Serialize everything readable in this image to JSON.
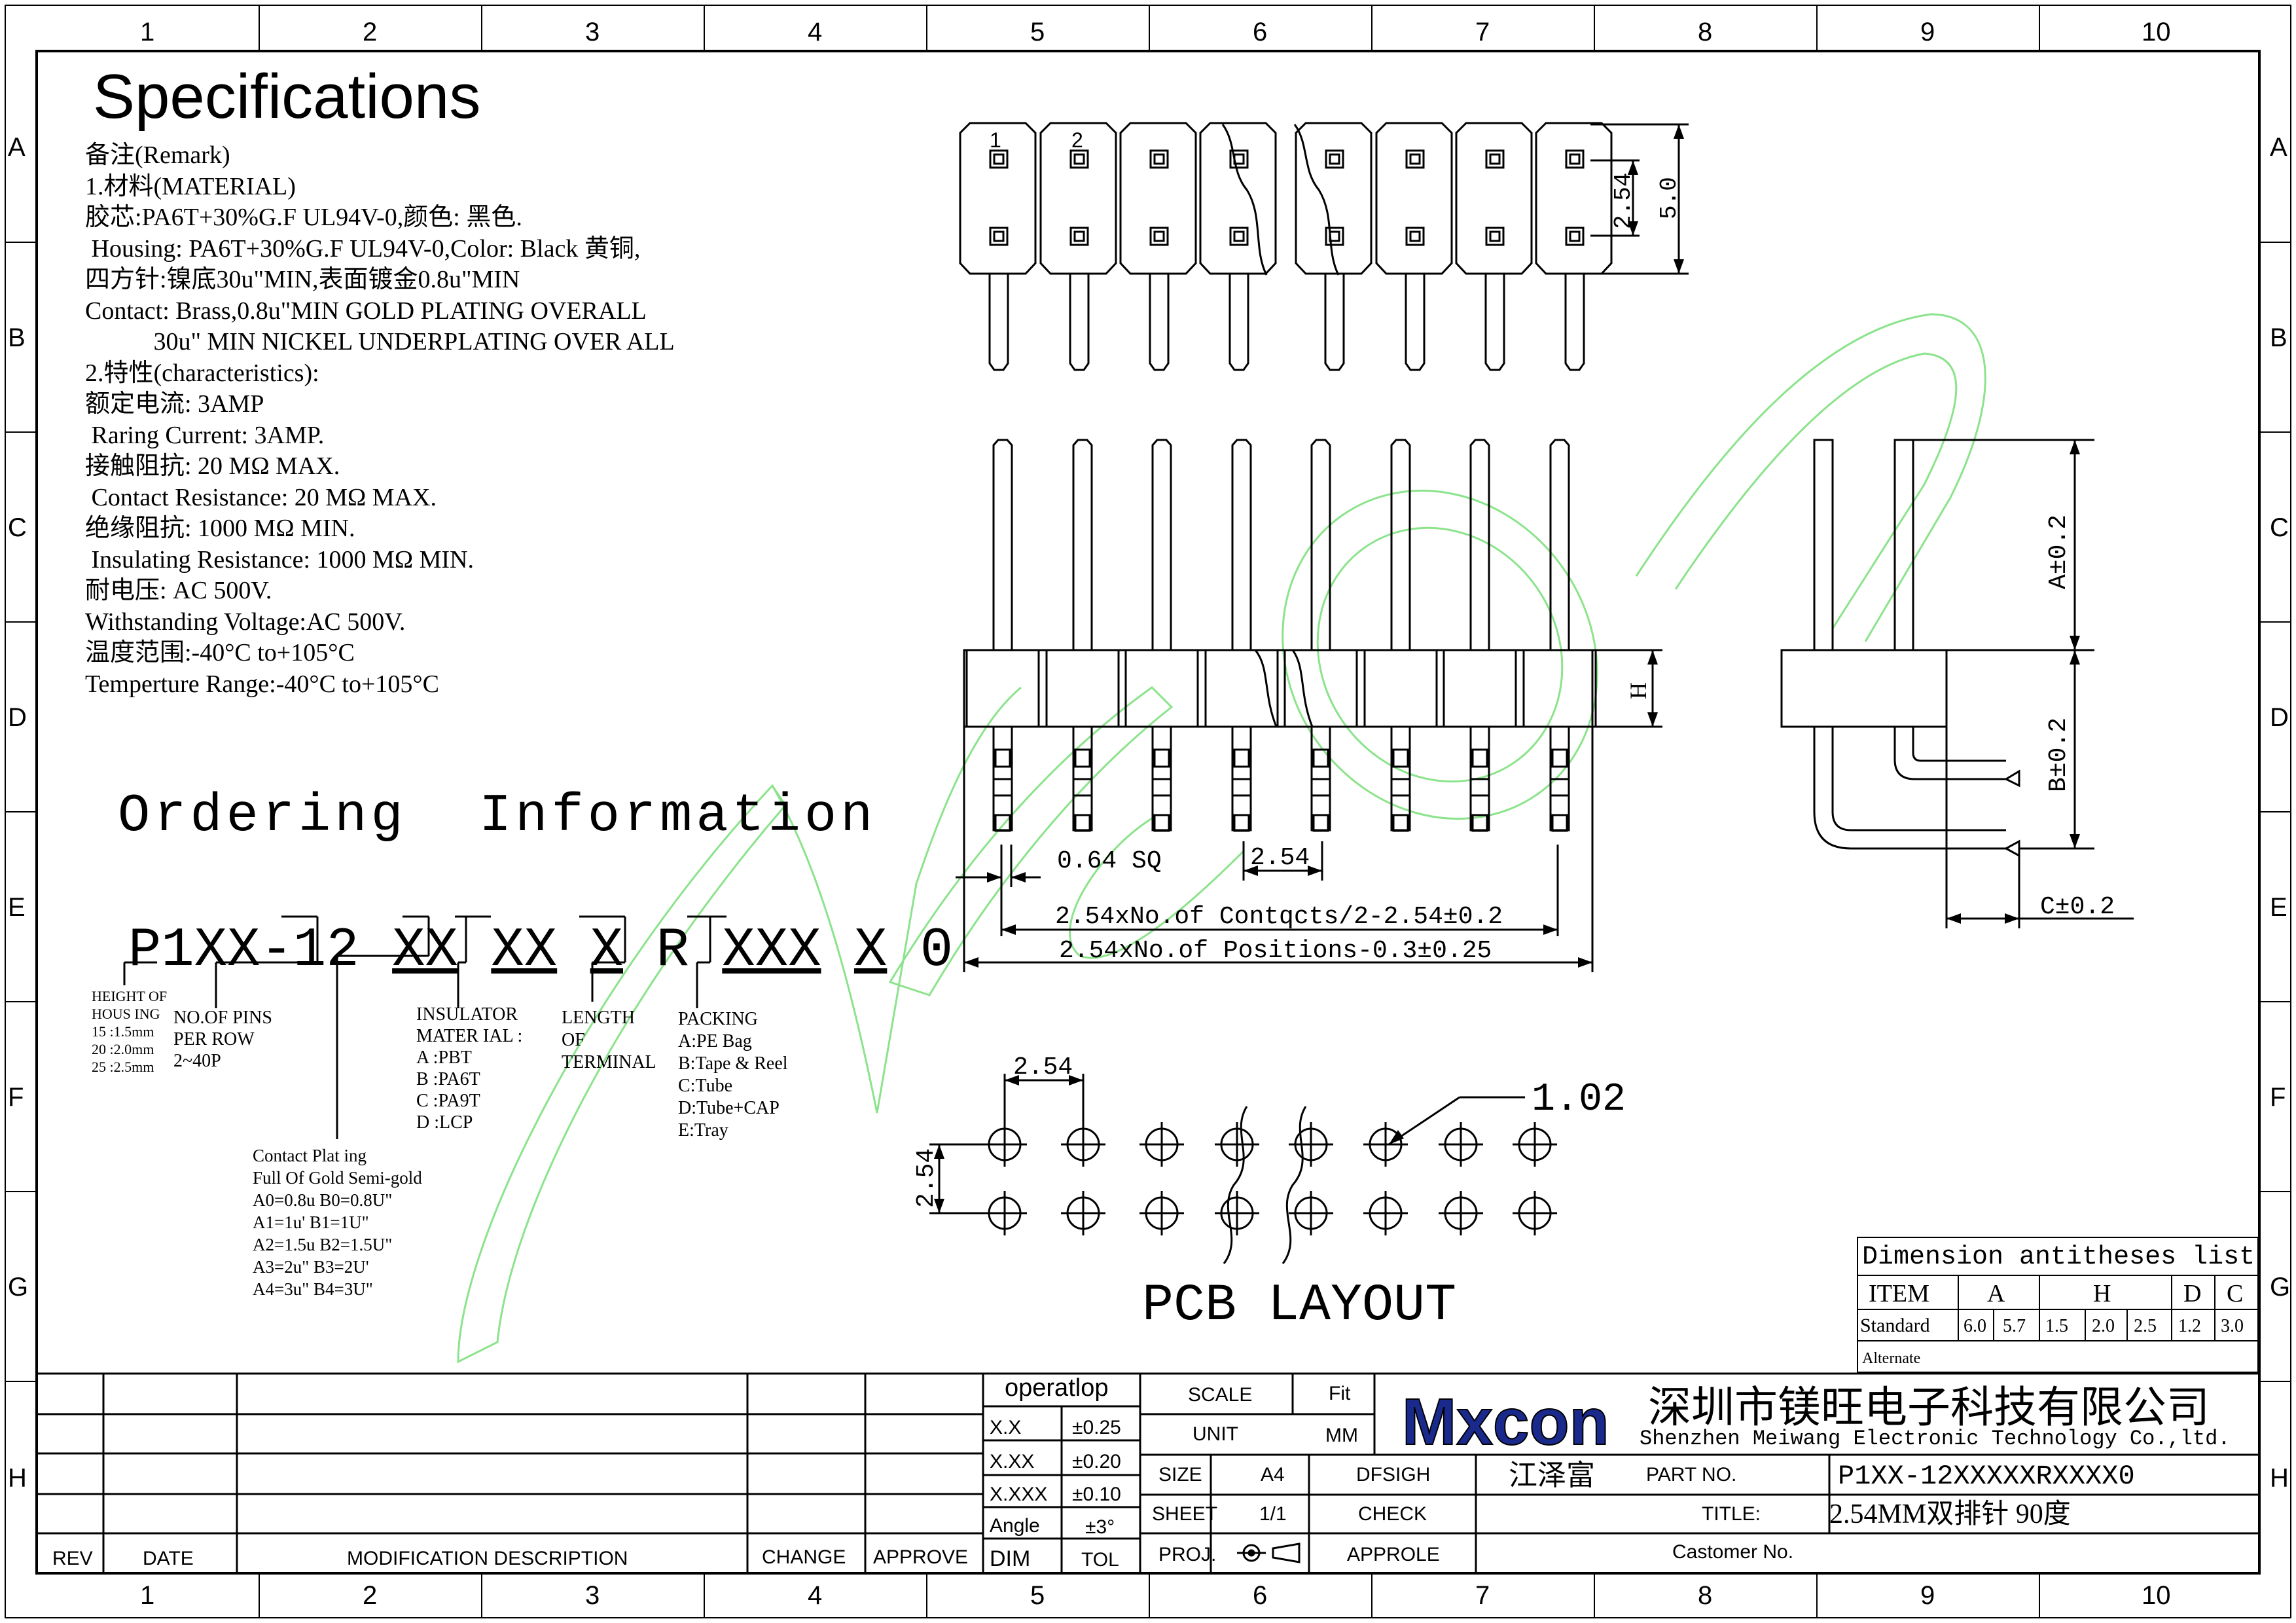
{
  "border": {
    "columns": [
      "1",
      "2",
      "3",
      "4",
      "5",
      "6",
      "7",
      "8",
      "9",
      "10"
    ],
    "rows": [
      "A",
      "B",
      "C",
      "D",
      "E",
      "F",
      "G",
      "H"
    ]
  },
  "specifications": {
    "title": "Specifications",
    "lines": [
      "备注(Remark)",
      "1.材料(MATERIAL)",
      "胶芯:PA6T+30%G.F UL94V-0,颜色: 黑色.",
      " Housing: PA6T+30%G.F UL94V-0,Color: Black 黄铜,",
      "四方针:镍底30u\"MIN,表面镀金0.8u\"MIN",
      "Contact: Brass,0.8u\"MIN GOLD PLATING OVERALL",
      "           30u\" MIN NICKEL UNDERPLATING OVER ALL",
      "2.特性(characteristics):",
      "额定电流: 3AMP",
      " Raring Current: 3AMP.",
      "接触阻抗: 20 MΩ MAX.",
      " Contact Resistance: 20 MΩ MAX.",
      "绝缘阻抗: 1000 MΩ MIN.",
      " Insulating Resistance: 1000 MΩ MIN.",
      "耐电压: AC 500V.",
      "Withstanding Voltage:AC 500V.",
      "温度范围:-40°C to+105°C",
      "Temperture Range:-40°C to+105°C"
    ]
  },
  "ordering": {
    "title": "Ordering  Information",
    "code": "P1XX-12 XX XX X R XXX X 0",
    "height_label": [
      "HEIGHT OF",
      "HOUS ING",
      "15 :1.5mm",
      "20 :2.0mm",
      "25 :2.5mm"
    ],
    "pins_label": [
      "NO.OF PINS",
      "PER ROW",
      "2~40P"
    ],
    "insulator_label": [
      "INSULATOR",
      "MATER IAL :",
      "A :PBT",
      "B :PA6T",
      "C :PA9T",
      "D :LCP"
    ],
    "length_label": [
      "LENGTH",
      "OF",
      "TERMINAL"
    ],
    "packing_label": [
      "PACKING",
      "A:PE Bag",
      "B:Tape & Reel",
      "C:Tube",
      "D:Tube+CAP",
      "E:Tray"
    ],
    "plating_label": [
      "Contact Plat ing",
      "Full Of Gold Semi-gold",
      "A0=0.8u B0=0.8U\"",
      "A1=1u' B1=1U\"",
      "A2=1.5u B2=1.5U\"",
      "A3=2u\" B3=2U'",
      "A4=3u\" B4=3U\""
    ]
  },
  "drawing": {
    "pin_numbers": [
      "1",
      "2"
    ],
    "dim_pitch_v": "2.54",
    "dim_row_height": "5.0",
    "dim_sq": "0.64 SQ",
    "dim_pitch_h": "2.54",
    "dim_contacts": "2.54xNo.of  Contqcts/2-2.54±0.2",
    "dim_positions": "2.54xNo.of  Positions-0.3±0.25",
    "dim_h": "H",
    "dim_a": "A±0.2",
    "dim_b": "B±0.2",
    "dim_c": "C±0.2",
    "pcb_pitch_h": "2.54",
    "pcb_pitch_v": "2.54",
    "pcb_hole": "1.02",
    "pcb_title": "PCB LAYOUT",
    "watermark": "Mxcon"
  },
  "dimension_table": {
    "title": "Dimension  antitheses list",
    "headers": [
      "ITEM",
      "A",
      "H",
      "D",
      "C"
    ],
    "standard_label": "Standard",
    "standard_values": [
      "6.0",
      "5.7",
      "1.5",
      "2.0",
      "2.5",
      "1.2",
      "3.0"
    ],
    "alternate_label": "Alternate"
  },
  "title_block": {
    "rev_headers": [
      "REV",
      "DATE",
      "MODIFICATION DESCRIPTION",
      "CHANGE",
      "APPROVE"
    ],
    "operatlop": "operatlop",
    "tol_rows": [
      [
        "X.X",
        "±0.25"
      ],
      [
        "X.XX",
        "±0.20"
      ],
      [
        "X.XXX",
        "±0.10"
      ],
      [
        "Angle",
        "±3°"
      ]
    ],
    "dim_label": "DIM",
    "tol_label": "TOL",
    "scale_label": "SCALE",
    "scale_value": "Fit",
    "unit_label": "UNIT",
    "unit_value": "MM",
    "size_label": "SIZE",
    "size_value": "A4",
    "sheet_label": "SHEET",
    "sheet_value": "1/1",
    "proj_label": "PROJ.",
    "dfsigh_label": "DFSIGH",
    "dfsigh_value": "江泽富",
    "check_label": "CHECK",
    "approle_label": "APPROLE",
    "logo": "Mxcon",
    "company_cn": "深圳市镁旺电子科技有限公司",
    "company_en": "Shenzhen Meiwang Electronic Technology Co.,ltd.",
    "part_no_label": "PART NO.",
    "part_no_value": "P1XX-12XXXXXRXXXX0",
    "title_label": "TITLE:",
    "title_value": "2.54MM双排针 90度",
    "customer_label": "Castomer No."
  }
}
